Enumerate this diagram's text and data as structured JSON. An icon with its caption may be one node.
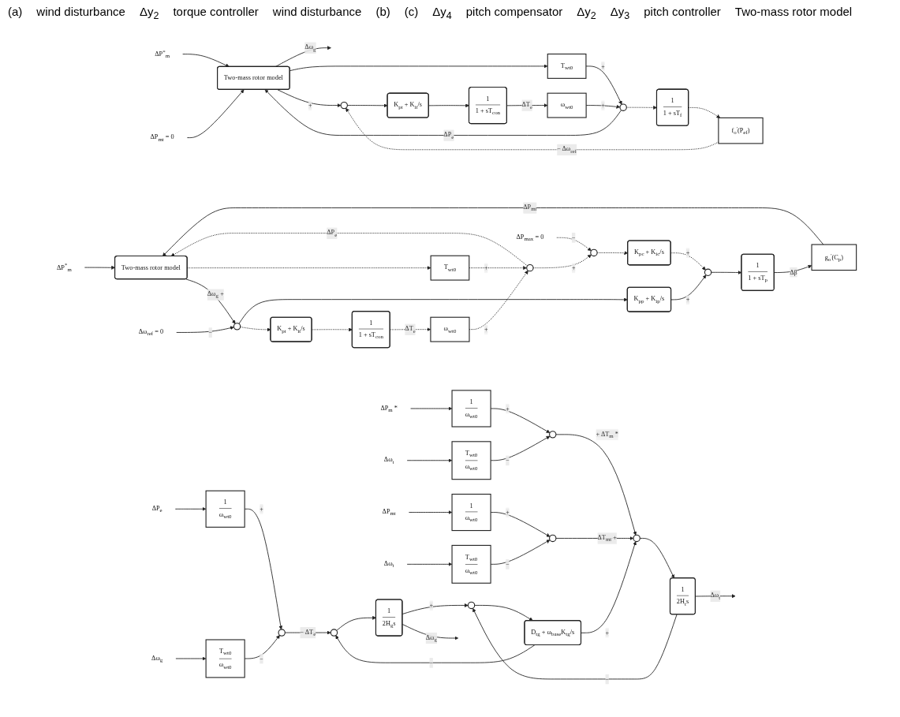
{
  "diagram": {
    "nodes": [
      {
        "text": [
          "ΔP$^{*}$$_{m}$"
        ]
      },
      {
        "text": [
          "ΔP$_{mt}$ = 0"
        ]
      },
      {
        "text": [
          "Two-mass rotor model"
        ]
      },
      {
        "text": [
          "T$_{wt0}$"
        ]
      },
      {
        "text": [],
        "shape": "circle"
      },
      {
        "text": [
          "ω$_{wt0}$"
        ]
      },
      {
        "text": [
          "1",
          "1 + sT$_{con}$"
        ]
      },
      {
        "text": [
          "K$_{pt}$ + K$_{it}$/s"
        ]
      },
      {
        "text": [],
        "shape": "circle"
      },
      {
        "text": [
          "1",
          "1 + sT$_{f}$"
        ]
      },
      {
        "text": [
          "f$_{o}$$^{'}$(P$_{ef}$)"
        ]
      },
      {
        "text": [
          "ΔP$^{*}$$_{m}$"
        ]
      },
      {
        "text": [
          "Two-mass rotor model"
        ]
      },
      {
        "text": [],
        "shape": "circle"
      },
      {
        "text": [],
        "shape": "circle"
      },
      {
        "text": [
          "T$_{wt0}$"
        ]
      },
      {
        "text": [
          "ω$_{wt0}$"
        ]
      },
      {
        "text": [
          "1",
          "1 + sT$_{con}$"
        ]
      },
      {
        "text": [
          "K$_{pt}$ + K$_{it}$/s"
        ]
      },
      {
        "text": [],
        "shape": "circle"
      },
      {
        "text": [
          "K$_{pp}$ + K$_{ip}$/s"
        ]
      },
      {
        "text": [],
        "shape": "circle"
      },
      {
        "text": [
          "K$_{pc}$ + K$_{ic}$/s"
        ]
      },
      {
        "text": [
          "1",
          "1 + sT$_{p}$"
        ]
      },
      {
        "text": [
          "g$_{o}$$^{'}$(C$_{p}$)"
        ]
      },
      {
        "text": [
          "ΔP$_{max}$ = 0"
        ]
      },
      {
        "text": [
          "Δω$_{ref}$ = 0"
        ]
      },
      {
        "text": [
          "ΔP$_{m}$ *"
        ]
      },
      {
        "text": [
          "1",
          "ω$_{wt0}$"
        ]
      },
      {
        "text": [],
        "shape": "circle"
      },
      {
        "text": [
          "T$_{wt0}$",
          "ω$_{wt0}$"
        ]
      },
      {
        "text": [
          "Δω$_{t}$"
        ]
      },
      {
        "text": [
          "ΔP$_{mt}$"
        ]
      },
      {
        "text": [
          "1",
          "ω$_{wt0}$"
        ]
      },
      {
        "text": [],
        "shape": "circle"
      },
      {
        "text": [
          "Δω$_{t}$"
        ]
      },
      {
        "text": [
          "T$_{wt0}$",
          "ω$_{wt0}$"
        ]
      },
      {
        "text": [],
        "shape": "circle"
      },
      {
        "text": [
          "1",
          "2H$_{t}$s"
        ]
      },
      {
        "text": [
          "D$_{tg}$ + ω$_{base}$K$_{tg}$/s"
        ]
      },
      {
        "text": [],
        "shape": "circle"
      },
      {
        "text": [
          "ΔP$_{e}$"
        ]
      },
      {
        "text": [
          "1",
          "ω$_{wt0}$"
        ]
      },
      {
        "text": [],
        "shape": "circle"
      },
      {
        "text": [
          "Δω$_{g}$"
        ]
      },
      {
        "text": [
          "T$_{wt0}$",
          "ω$_{wt0}$"
        ]
      },
      {
        "text": [],
        "shape": "circle"
      },
      {
        "text": [
          "1",
          "2H$_{g}$s"
        ]
      }
    ],
    "edges": [
      {
        "from": 0,
        "to": 2,
        "arrow": "to"
      },
      {
        "from": 1,
        "to": 2,
        "arrow": "to"
      },
      {
        "from": 4,
        "to": 2,
        "arrow": "to",
        "label": "ΔP$_{e}$"
      },
      {
        "from": 2,
        "to": null,
        "arrow": "to",
        "label": "Δω$_{g}$"
      },
      {
        "from": 2,
        "to": 8,
        "arrow": "to",
        "label": "+"
      },
      {
        "from": 2,
        "to": 3,
        "arrow": "to"
      },
      {
        "from": 3,
        "to": 4,
        "arrow": "to",
        "label": "+"
      },
      {
        "from": 5,
        "to": 4,
        "arrow": "to",
        "label": "+"
      },
      {
        "from": 6,
        "to": 5,
        "arrow": "to",
        "label": "ΔT$_{e}$"
      },
      {
        "from": 7,
        "to": 6,
        "arrow": "to"
      },
      {
        "from": 8,
        "to": 7,
        "arrow": "to"
      },
      {
        "from": 4,
        "to": 9,
        "arrow": "to",
        "style": "dashed"
      },
      {
        "from": 9,
        "to": 10,
        "arrow": "to",
        "style": "dashed"
      },
      {
        "from": 10,
        "to": 8,
        "arrow": "to",
        "style": "dashed",
        "label": "− Δω$_{ref}$"
      },
      {
        "from": 11,
        "to": 12,
        "arrow": "to"
      },
      {
        "from": 24,
        "to": 12,
        "arrow": "to",
        "label": "ΔP$_{mt}$"
      },
      {
        "from": 12,
        "to": 19,
        "arrow": "to",
        "label": "Δω$_{g}$ +"
      },
      {
        "from": 12,
        "to": 15,
        "arrow": "to",
        "style": "dashed"
      },
      {
        "from": 15,
        "to": 14,
        "arrow": "to",
        "style": "dashed",
        "label": "+"
      },
      {
        "from": 16,
        "to": 14,
        "arrow": "to",
        "style": "dashed",
        "label": "+"
      },
      {
        "from": 14,
        "to": 12,
        "arrow": "to",
        "style": "dashed",
        "label": "ΔP$_{e}$"
      },
      {
        "from": 14,
        "to": 13,
        "arrow": "to",
        "style": "dashed",
        "label": "+"
      },
      {
        "from": 25,
        "to": 13,
        "arrow": "to",
        "style": "dashed",
        "label": "−"
      },
      {
        "from": 13,
        "to": 22,
        "arrow": "to",
        "style": "dashed"
      },
      {
        "from": 22,
        "to": 21,
        "arrow": "to",
        "style": "dashed",
        "label": "+"
      },
      {
        "from": 17,
        "to": 16,
        "arrow": "to",
        "style": "dashed",
        "label": "ΔT$_{e}$"
      },
      {
        "from": 18,
        "to": 17,
        "arrow": "to",
        "style": "dashed"
      },
      {
        "from": 19,
        "to": 18,
        "arrow": "to",
        "style": "dashed"
      },
      {
        "from": 26,
        "to": 19,
        "arrow": "to",
        "label": "−"
      },
      {
        "from": 19,
        "to": 20,
        "arrow": "to"
      },
      {
        "from": 20,
        "to": 21,
        "arrow": "to",
        "label": "+"
      },
      {
        "from": 21,
        "to": 23,
        "arrow": "to"
      },
      {
        "from": 23,
        "to": 24,
        "arrow": "to",
        "label": "Δβ"
      },
      {
        "from": 27,
        "to": 28,
        "arrow": "to"
      },
      {
        "from": 28,
        "to": 29,
        "arrow": "to",
        "label": "+"
      },
      {
        "from": 31,
        "to": 30,
        "arrow": "to"
      },
      {
        "from": 30,
        "to": 29,
        "arrow": "to",
        "label": "−"
      },
      {
        "from": 29,
        "to": 37,
        "arrow": "to",
        "label": "+ ΔT$_{m}$ *"
      },
      {
        "from": 32,
        "to": 33,
        "arrow": "to"
      },
      {
        "from": 33,
        "to": 34,
        "arrow": "to",
        "label": "+"
      },
      {
        "from": 35,
        "to": 36,
        "arrow": "to"
      },
      {
        "from": 36,
        "to": 34,
        "arrow": "to",
        "label": "−"
      },
      {
        "from": 34,
        "to": 37,
        "arrow": "to",
        "label": "ΔT$_{mt}$ +"
      },
      {
        "from": 37,
        "to": 38,
        "arrow": "to"
      },
      {
        "from": 38,
        "to": null,
        "arrow": "to",
        "label": "Δω$_{t}$"
      },
      {
        "from": 38,
        "to": 40,
        "arrow": "to",
        "label": "−"
      },
      {
        "from": 47,
        "to": 40,
        "arrow": "to",
        "label": "+"
      },
      {
        "from": 40,
        "to": 39,
        "arrow": "to"
      },
      {
        "from": 39,
        "to": 37,
        "arrow": "to",
        "label": "+"
      },
      {
        "from": 39,
        "to": 46,
        "arrow": "to",
        "label": "−"
      },
      {
        "from": 41,
        "to": 42,
        "arrow": "to"
      },
      {
        "from": 42,
        "to": 43,
        "arrow": "to",
        "label": "+"
      },
      {
        "from": 44,
        "to": 45,
        "arrow": "to"
      },
      {
        "from": 45,
        "to": 43,
        "arrow": "to",
        "label": "−"
      },
      {
        "from": 43,
        "to": 46,
        "arrow": "to",
        "label": "− ΔT$_{e}$"
      },
      {
        "from": 46,
        "to": 47,
        "arrow": "to"
      },
      {
        "from": 47,
        "to": null,
        "arrow": "to",
        "label": "Δω$_{g}$"
      }
    ],
    "labels": [
      "(a)",
      "wind disturbance",
      "Δy$_{2}$",
      "torque controller",
      "wind disturbance",
      "(b)",
      "(c)",
      "Δy$_{4}$",
      "pitch compensator",
      "Δy$_{2}$",
      "Δy$_{3}$",
      "pitch controller",
      "Two-mass rotor model"
    ]
  }
}
